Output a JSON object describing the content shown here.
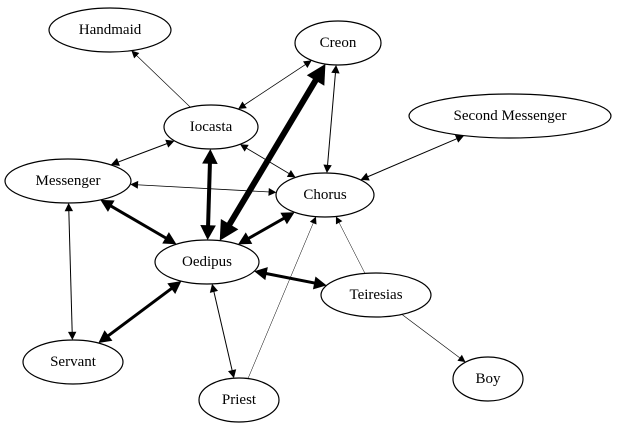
{
  "nodes": [
    {
      "id": "handmaid",
      "label": "Handmaid"
    },
    {
      "id": "creon",
      "label": "Creon"
    },
    {
      "id": "iocasta",
      "label": "Iocasta"
    },
    {
      "id": "second_messenger",
      "label": "Second Messenger"
    },
    {
      "id": "messenger",
      "label": "Messenger"
    },
    {
      "id": "chorus",
      "label": "Chorus"
    },
    {
      "id": "oedipus",
      "label": "Oedipus"
    },
    {
      "id": "teiresias",
      "label": "Teiresias"
    },
    {
      "id": "servant",
      "label": "Servant"
    },
    {
      "id": "boy",
      "label": "Boy"
    },
    {
      "id": "priest",
      "label": "Priest"
    }
  ],
  "edges": [
    {
      "source": "iocasta",
      "target": "handmaid",
      "directed": "forward",
      "weight": 0.6
    },
    {
      "source": "iocasta",
      "target": "creon",
      "directed": "both",
      "weight": 0.8
    },
    {
      "source": "iocasta",
      "target": "messenger",
      "directed": "both",
      "weight": 1
    },
    {
      "source": "iocasta",
      "target": "chorus",
      "directed": "both",
      "weight": 0.8
    },
    {
      "source": "iocasta",
      "target": "oedipus",
      "directed": "both",
      "weight": 4
    },
    {
      "source": "creon",
      "target": "chorus",
      "directed": "both",
      "weight": 1
    },
    {
      "source": "creon",
      "target": "oedipus",
      "directed": "both",
      "weight": 6
    },
    {
      "source": "second_messenger",
      "target": "chorus",
      "directed": "both",
      "weight": 1
    },
    {
      "source": "messenger",
      "target": "chorus",
      "directed": "both",
      "weight": 0.8
    },
    {
      "source": "messenger",
      "target": "oedipus",
      "directed": "both",
      "weight": 3
    },
    {
      "source": "messenger",
      "target": "servant",
      "directed": "both",
      "weight": 1
    },
    {
      "source": "chorus",
      "target": "oedipus",
      "directed": "both",
      "weight": 3
    },
    {
      "source": "oedipus",
      "target": "teiresias",
      "directed": "both",
      "weight": 3
    },
    {
      "source": "oedipus",
      "target": "servant",
      "directed": "both",
      "weight": 3
    },
    {
      "source": "oedipus",
      "target": "priest",
      "directed": "both",
      "weight": 1
    },
    {
      "source": "priest",
      "target": "chorus",
      "directed": "forward",
      "weight": 0.5
    },
    {
      "source": "teiresias",
      "target": "chorus",
      "directed": "forward",
      "weight": 0.5
    },
    {
      "source": "teiresias",
      "target": "boy",
      "directed": "forward",
      "weight": 0.6
    }
  ]
}
